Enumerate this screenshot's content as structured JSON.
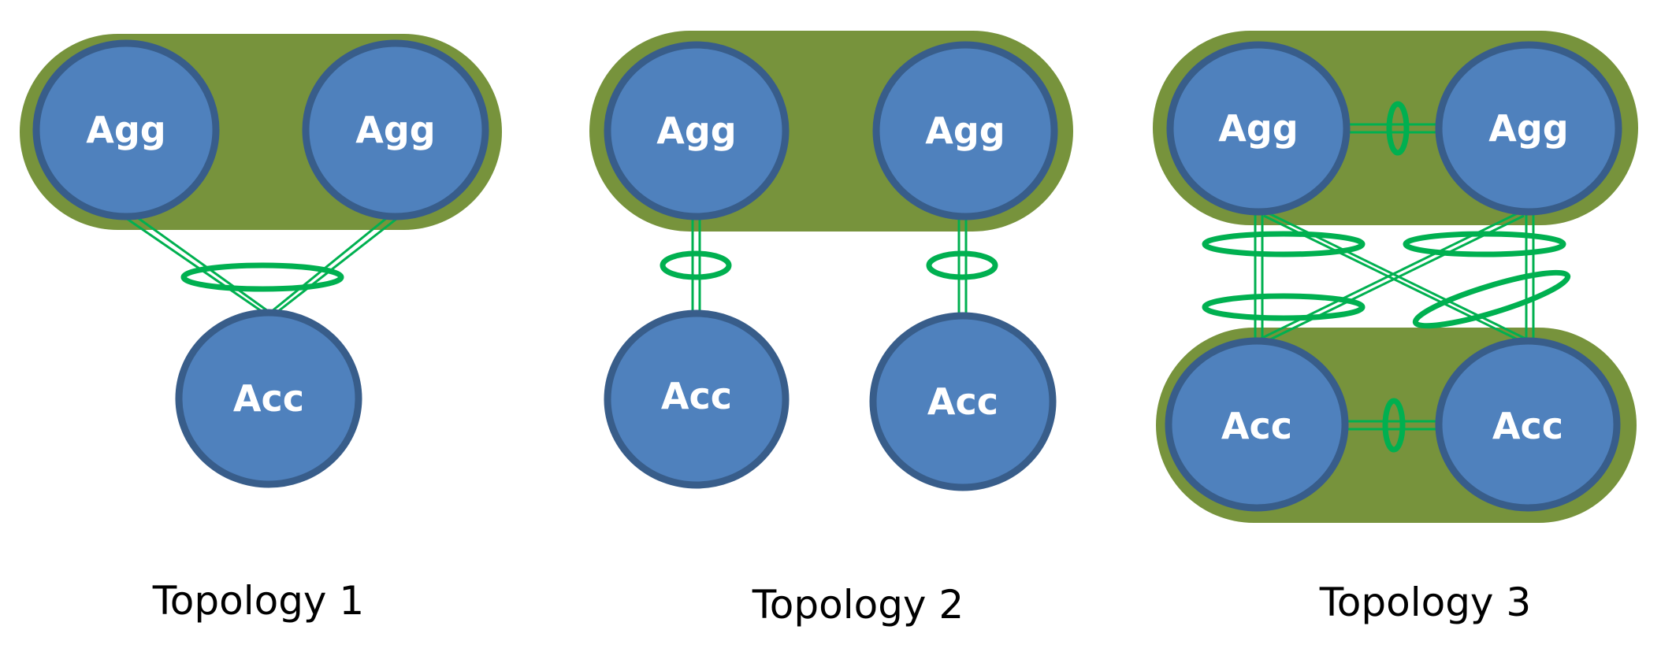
{
  "figure": {
    "description": "Network topologies of aggregation (Agg) and access (Acc) switches with bundled (LAG) links",
    "colors": {
      "group_fill": "#77933C",
      "node_fill": "#4F81BD",
      "node_border": "#385D8A",
      "link": "#00B050",
      "label_text": "#FFFFFF",
      "caption_text": "#000000"
    },
    "topologies": [
      {
        "caption": "Topology 1",
        "groups": [
          "agg-pair"
        ],
        "nodes": [
          {
            "id": "agg1",
            "label": "Agg",
            "role": "aggregation"
          },
          {
            "id": "agg2",
            "label": "Agg",
            "role": "aggregation"
          },
          {
            "id": "acc1",
            "label": "Acc",
            "role": "access"
          }
        ],
        "links": [
          {
            "from": "agg1",
            "to": "acc1",
            "type": "double"
          },
          {
            "from": "agg2",
            "to": "acc1",
            "type": "double"
          }
        ],
        "bundles": [
          {
            "members": [
              "agg1-acc1",
              "agg2-acc1"
            ]
          }
        ]
      },
      {
        "caption": "Topology 2",
        "groups": [
          "agg-pair"
        ],
        "nodes": [
          {
            "id": "agg1",
            "label": "Agg",
            "role": "aggregation"
          },
          {
            "id": "agg2",
            "label": "Agg",
            "role": "aggregation"
          },
          {
            "id": "acc1",
            "label": "Acc",
            "role": "access"
          },
          {
            "id": "acc2",
            "label": "Acc",
            "role": "access"
          }
        ],
        "links": [
          {
            "from": "agg1",
            "to": "acc1",
            "type": "double"
          },
          {
            "from": "agg2",
            "to": "acc2",
            "type": "double"
          }
        ],
        "bundles": [
          {
            "members": [
              "agg1-acc1"
            ]
          },
          {
            "members": [
              "agg2-acc2"
            ]
          }
        ]
      },
      {
        "caption": "Topology 3",
        "groups": [
          "agg-pair",
          "acc-pair"
        ],
        "nodes": [
          {
            "id": "agg1",
            "label": "Agg",
            "role": "aggregation"
          },
          {
            "id": "agg2",
            "label": "Agg",
            "role": "aggregation"
          },
          {
            "id": "acc1",
            "label": "Acc",
            "role": "access"
          },
          {
            "id": "acc2",
            "label": "Acc",
            "role": "access"
          }
        ],
        "links": [
          {
            "from": "agg1",
            "to": "agg2",
            "type": "double"
          },
          {
            "from": "acc1",
            "to": "acc2",
            "type": "double"
          },
          {
            "from": "agg1",
            "to": "acc1",
            "type": "double"
          },
          {
            "from": "agg1",
            "to": "acc2",
            "type": "double"
          },
          {
            "from": "agg2",
            "to": "acc1",
            "type": "double"
          },
          {
            "from": "agg2",
            "to": "acc2",
            "type": "double"
          }
        ],
        "bundles": [
          {
            "members": [
              "agg1-agg2"
            ]
          },
          {
            "members": [
              "acc1-acc2"
            ]
          },
          {
            "members": [
              "agg1-acc1",
              "agg1-acc2"
            ]
          },
          {
            "members": [
              "agg2-acc1",
              "agg2-acc2"
            ]
          },
          {
            "members": [
              "acc1-agg1",
              "acc1-agg2"
            ]
          },
          {
            "members": [
              "acc2-agg1",
              "acc2-agg2"
            ]
          }
        ]
      }
    ]
  }
}
